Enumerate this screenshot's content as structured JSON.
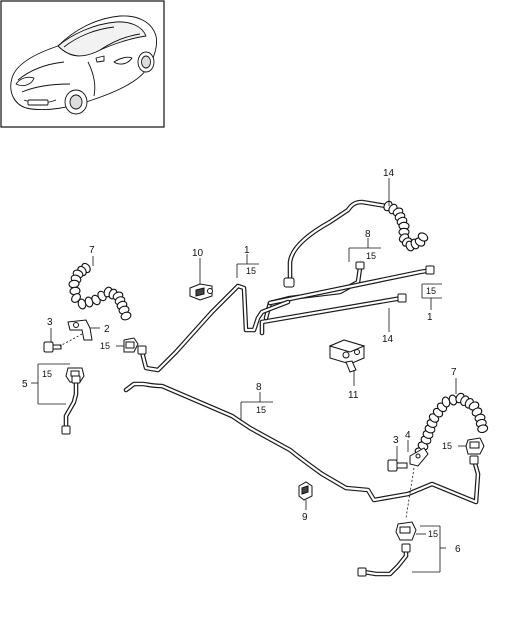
{
  "callouts": {
    "c1_top": "1",
    "c1_side": "1",
    "c2": "2",
    "c3_left": "3",
    "c3_right": "3",
    "c4": "4",
    "c5": "5",
    "c6": "6",
    "c7_left": "7",
    "c7_right": "7",
    "c8_top": "8",
    "c8_mid": "8",
    "c9": "9",
    "c10": "10",
    "c11": "11",
    "c14_top": "14",
    "c14_mid": "14",
    "c15_a": "15",
    "c15_b": "15",
    "c15_c": "15",
    "c15_d": "15",
    "c15_e": "15",
    "c15_f": "15",
    "c15_g": "15",
    "c15_h": "15"
  }
}
